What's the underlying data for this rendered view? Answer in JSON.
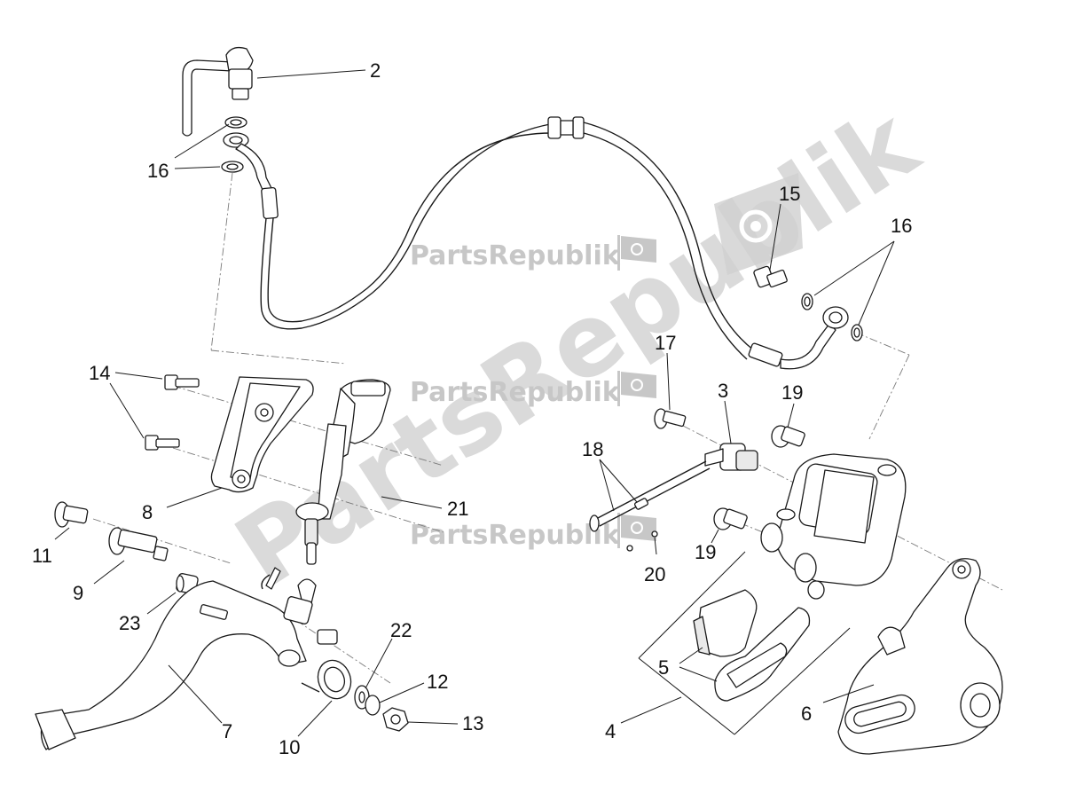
{
  "watermark": {
    "brand": "PartsRepublik",
    "brand_large": "PartsRepublik",
    "color": "#c7c7c7"
  },
  "callouts": {
    "n2": "2",
    "n16a": "16",
    "n16b": "16",
    "n15": "15",
    "n14": "14",
    "n17": "17",
    "n3": "3",
    "n19a": "19",
    "n19b": "19",
    "n18": "18",
    "n8": "8",
    "n21": "21",
    "n20": "20",
    "n11": "11",
    "n9": "9",
    "n23": "23",
    "n22": "22",
    "n12": "12",
    "n13": "13",
    "n7": "7",
    "n10": "10",
    "n5": "5",
    "n4": "4",
    "n6": "6"
  }
}
